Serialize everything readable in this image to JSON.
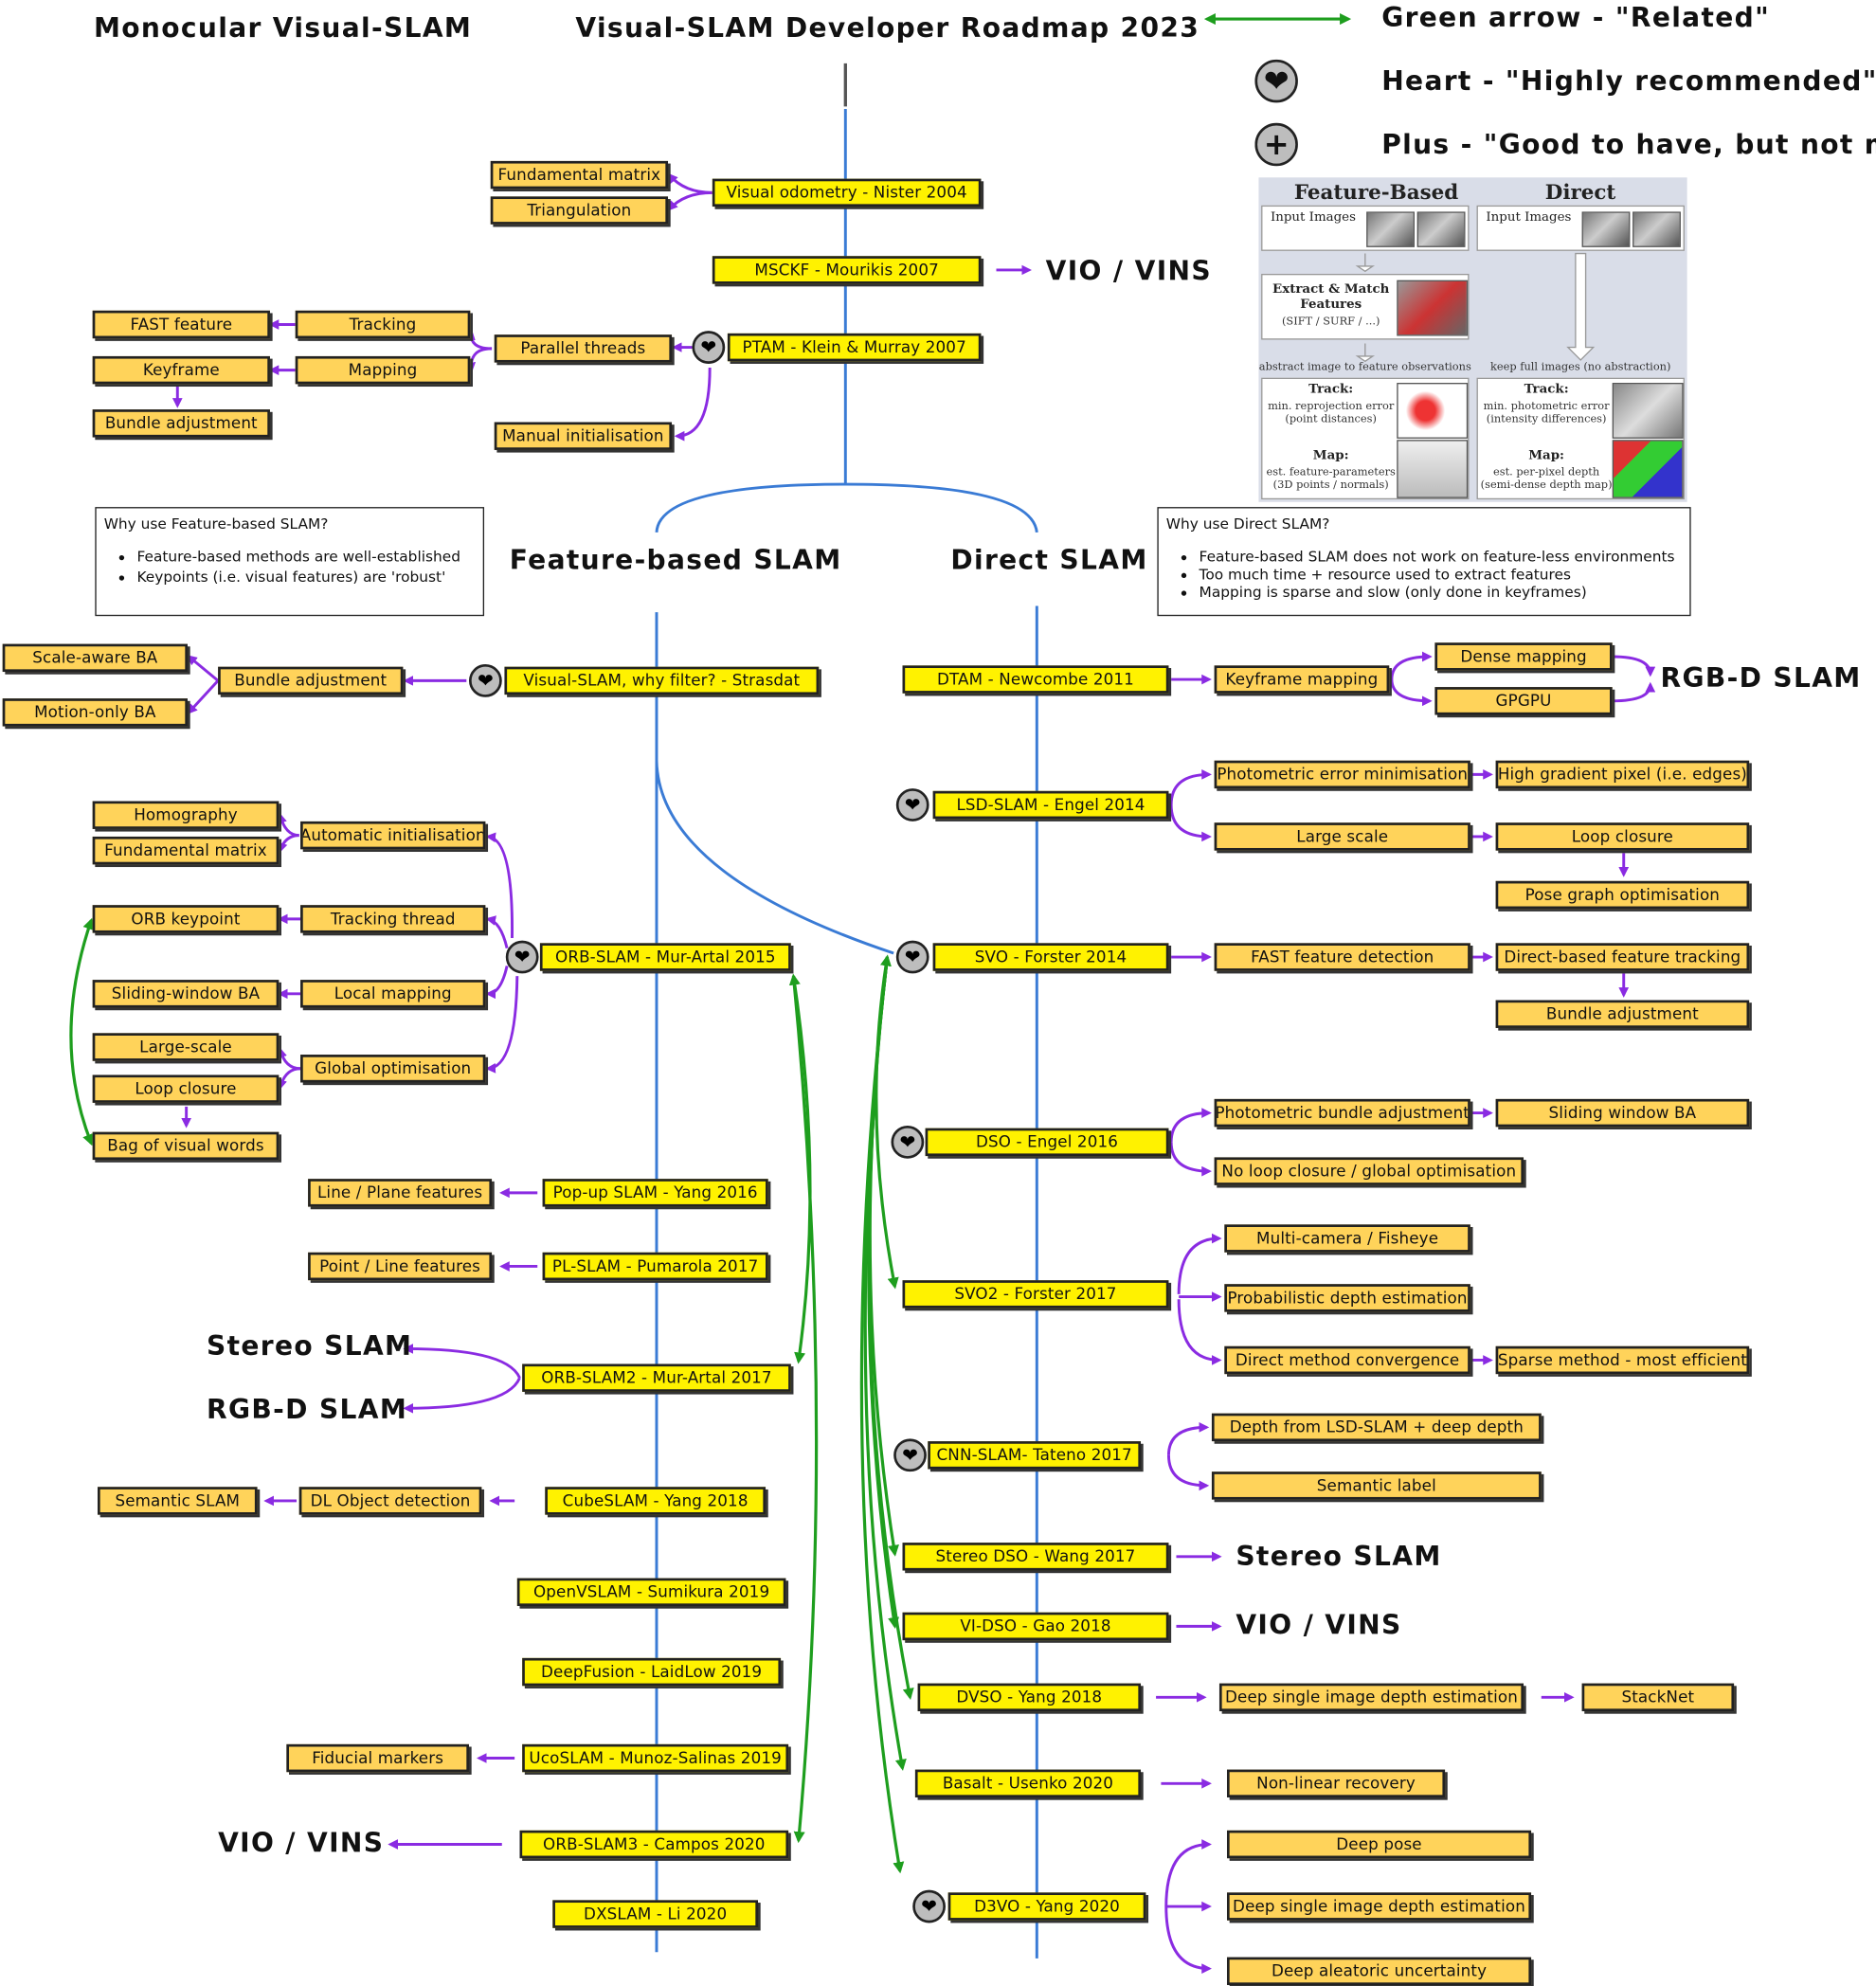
{
  "header": {
    "left_title": "Monocular Visual-SLAM",
    "center_title": "Visual-SLAM Developer Roadmap 2023"
  },
  "legend": {
    "green_arrow": "Green arrow - \"Related\"",
    "heart": "Heart - \"Highly recommended\"",
    "plus": "Plus - \"Good to have, but not must\"",
    "heart_icon": "heart-icon",
    "plus_icon": "plus-icon",
    "colors": {
      "related": "#1e9e1e",
      "leads_to": "#8a2be2",
      "timeline": "#3a7bd5",
      "milestone": "#fff200",
      "topic": "#ffd35a"
    }
  },
  "paper_figure": {
    "feature_based": "Feature-Based",
    "direct": "Direct",
    "input_images": "Input Images",
    "extract_match": "Extract & Match Features",
    "extract_match_sub": "(SIFT / SURF / ...)",
    "abstract_caption": "abstract image to feature observations",
    "keep_caption": "keep full images (no abstraction)",
    "track": "Track:",
    "track_fb": "min. reprojection error (point distances)",
    "track_d": "min. photometric error (intensity differences)",
    "map": "Map:",
    "map_fb": "est. feature-parameters (3D points / normals)",
    "map_d": "est. per-pixel depth (semi-dense depth map)"
  },
  "top": {
    "fundamental_matrix": "Fundamental matrix",
    "triangulation": "Triangulation",
    "vo": "Visual odometry - Nister 2004",
    "msckf": "MSCKF - Mourikis 2007",
    "vio_vins": "VIO / VINS",
    "fast_feature": "FAST feature",
    "tracking": "Tracking",
    "keyframe": "Keyframe",
    "mapping": "Mapping",
    "bundle_adjustment": "Bundle adjustment",
    "parallel_threads": "Parallel threads",
    "ptam": "PTAM - Klein & Murray 2007",
    "manual_init": "Manual initialisation"
  },
  "branches": {
    "feature_based": "Feature-based SLAM",
    "direct": "Direct SLAM"
  },
  "notes": {
    "feature_title": "Why use Feature-based SLAM?",
    "feature_points": [
      "Feature-based methods are well-established",
      "Keypoints (i.e. visual features) are 'robust'"
    ],
    "direct_title": "Why use Direct SLAM?",
    "direct_points": [
      "Feature-based SLAM does not work on feature-less environments",
      "Too much time + resource used to extract features",
      "Mapping is sparse and slow (only done in keyframes)"
    ]
  },
  "feature": {
    "scale_aware_ba": "Scale-aware BA",
    "motion_only_ba": "Motion-only BA",
    "bundle_adjustment": "Bundle adjustment",
    "strasdat": "Visual-SLAM, why filter? - Strasdat",
    "homography": "Homography",
    "fundamental_matrix": "Fundamental matrix",
    "auto_init": "Automatic initialisation",
    "orb_keypoint": "ORB keypoint",
    "tracking_thread": "Tracking thread",
    "orbslam": "ORB-SLAM - Mur-Artal 2015",
    "sliding_window_ba": "Sliding-window BA",
    "local_mapping": "Local mapping",
    "large_scale": "Large-scale",
    "loop_closure": "Loop closure",
    "global_opt": "Global optimisation",
    "bag_of_words": "Bag of visual words",
    "line_plane": "Line / Plane features",
    "popup": "Pop-up SLAM - Yang 2016",
    "point_line": "Point / Line features",
    "plslam": "PL-SLAM - Pumarola 2017",
    "stereo_slam": "Stereo SLAM",
    "rgbd_slam": "RGB-D SLAM",
    "orbslam2": "ORB-SLAM2 - Mur-Artal 2017",
    "semantic_slam": "Semantic SLAM",
    "dl_object": "DL Object detection",
    "cubeslam": "CubeSLAM - Yang 2018",
    "openvslam": "OpenVSLAM - Sumikura 2019",
    "deepfusion": "DeepFusion - LaidLow 2019",
    "fiducial": "Fiducial markers",
    "ucoslam": "UcoSLAM - Munoz-Salinas 2019",
    "vio_vins": "VIO / VINS",
    "orbslam3": "ORB-SLAM3 - Campos 2020",
    "dxslam": "DXSLAM - Li 2020"
  },
  "direct": {
    "dtam": "DTAM - Newcombe 2011",
    "keyframe_mapping": "Keyframe mapping",
    "dense_mapping": "Dense mapping",
    "gpgpu": "GPGPU",
    "rgbd_slam": "RGB-D SLAM",
    "photometric_min": "Photometric error minimisation",
    "high_gradient": "High gradient pixel (i.e. edges)",
    "lsdslam": "LSD-SLAM - Engel 2014",
    "large_scale": "Large scale",
    "loop_closure": "Loop closure",
    "pose_graph": "Pose graph optimisation",
    "svo": "SVO - Forster 2014",
    "fast_detection": "FAST feature detection",
    "direct_tracking": "Direct-based feature tracking",
    "bundle_adjustment": "Bundle adjustment",
    "photometric_ba": "Photometric bundle adjustment",
    "sliding_window_ba": "Sliding window BA",
    "dso": "DSO - Engel 2016",
    "no_loop": "No loop closure / global optimisation",
    "multi_camera": "Multi-camera / Fisheye",
    "svo2": "SVO2 - Forster 2017",
    "prob_depth": "Probabilistic depth estimation",
    "direct_conv": "Direct method convergence",
    "sparse_method": "Sparse method - most efficient",
    "depth_lsd": "Depth from LSD-SLAM + deep depth",
    "cnnslam": "CNN-SLAM- Tateno 2017",
    "semantic_label": "Semantic label",
    "stereo_dso": "Stereo DSO - Wang 2017",
    "stereo_slam": "Stereo SLAM",
    "vidso": "VI-DSO - Gao 2018",
    "vio_vins": "VIO / VINS",
    "dvso": "DVSO - Yang 2018",
    "deep_single_depth": "Deep single image depth estimation",
    "stacknet": "StackNet",
    "basalt": "Basalt - Usenko 2020",
    "nonlinear": "Non-linear recovery",
    "deep_pose": "Deep pose",
    "d3vo": "D3VO - Yang 2020",
    "deep_single_depth2": "Deep single image depth estimation",
    "aleatoric": "Deep aleatoric uncertainty"
  }
}
